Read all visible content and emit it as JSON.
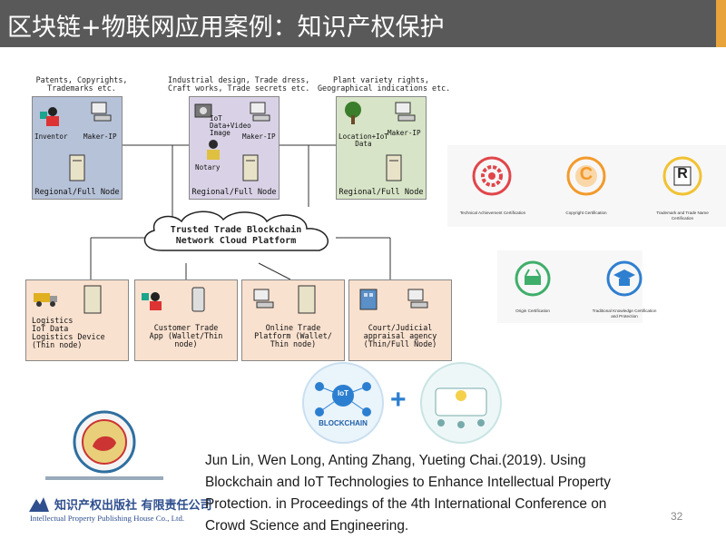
{
  "slide": {
    "title": "区块链+物联网应用案例：知识产权保护",
    "page_number": "32"
  },
  "diagram": {
    "cloud_label_line1": "Trusted Trade Blockchain",
    "cloud_label_line2": "Network Cloud Platform",
    "top_groups": [
      {
        "caption_line1": "Patents, Copyrights,",
        "caption_line2": "Trademarks etc.",
        "items": [
          "Inventor",
          "Maker-IP"
        ],
        "footer": "Regional/Full Node"
      },
      {
        "caption_line1": "Industrial design, Trade dress,",
        "caption_line2": "Craft works, Trade secrets etc.",
        "items": [
          "IoT",
          "Data+Video",
          "Image",
          "Maker-IP",
          "Notary"
        ],
        "footer": "Regional/Full Node"
      },
      {
        "caption_line1": "Plant variety rights,",
        "caption_line2": "Geographical indications etc.",
        "items": [
          "Location+IoT",
          "Data",
          "Maker-IP"
        ],
        "footer": "Regional/Full Node"
      }
    ],
    "bottom_nodes": [
      {
        "line1": "Logistics",
        "line2": "IoT Data",
        "line3": "Logistics Device",
        "line4": "(Thin node)"
      },
      {
        "line1": "Customer Trade",
        "line2": "App (Wallet/Thin",
        "line3": "node)"
      },
      {
        "line1": "Online Trade",
        "line2": "Platform (Wallet/",
        "line3": "Thin node)"
      },
      {
        "line1": "Court/Judicial",
        "line2": "appraisal agency",
        "line3": "(Thin/Full Node)"
      }
    ]
  },
  "certifications": [
    {
      "label": "Technical Achievement Certification",
      "color": "#e0464b",
      "glyph": "gear-icon"
    },
    {
      "label": "Copyright Certification",
      "color": "#f39a2b",
      "glyph": "C"
    },
    {
      "label": "Trademark and Trade Name",
      "label2": "Certification",
      "color": "#f1c232",
      "glyph": "R"
    },
    {
      "label": "Origin Certification",
      "color": "#3fae6a",
      "glyph": "basket-icon"
    },
    {
      "label": "Traditional Knowledge Certification",
      "label2": "and Protection",
      "color": "#2f7fd0",
      "glyph": "graduation-cap-icon"
    }
  ],
  "logos": {
    "blockchain_text": "BLOCKCHAIN",
    "iot_text": "IoT",
    "plus": "+",
    "publisher_cn": "知识产权出版社 有限责任公司",
    "publisher_en": "Intellectual Property Publishing House Co., Ltd."
  },
  "citation": {
    "line1": "Jun Lin, Wen Long, Anting Zhang, Yueting Chai.(2019). Using",
    "line2": "Blockchain and IoT Technologies to Enhance Intellectual Property",
    "line3": "Protection. in Proceedings of the 4th International Conference on",
    "line4": "Crowd Science and Engineering."
  }
}
